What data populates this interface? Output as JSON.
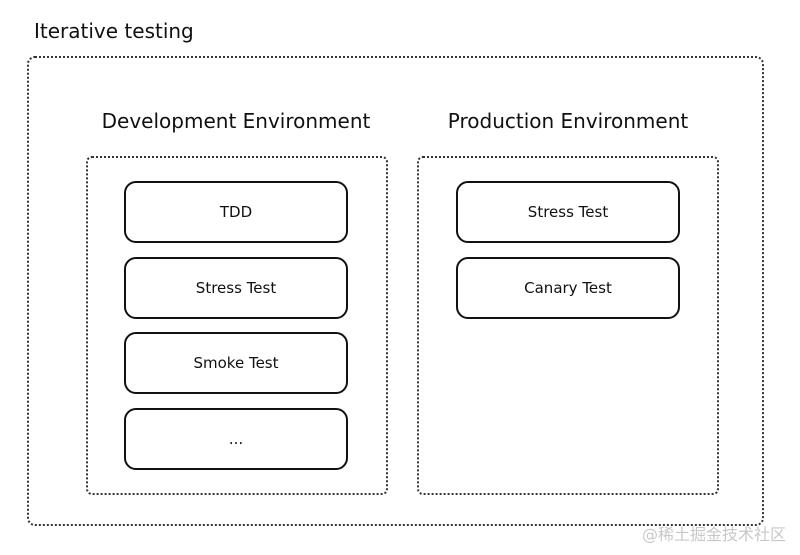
{
  "diagram": {
    "title": "Iterative testing",
    "environments": [
      {
        "title": "Development Environment",
        "items": [
          "TDD",
          "Stress Test",
          "Smoke Test",
          "..."
        ]
      },
      {
        "title": "Production Environment",
        "items": [
          "Stress Test",
          "Canary Test"
        ]
      }
    ]
  },
  "watermark": "@稀土掘金技术社区"
}
